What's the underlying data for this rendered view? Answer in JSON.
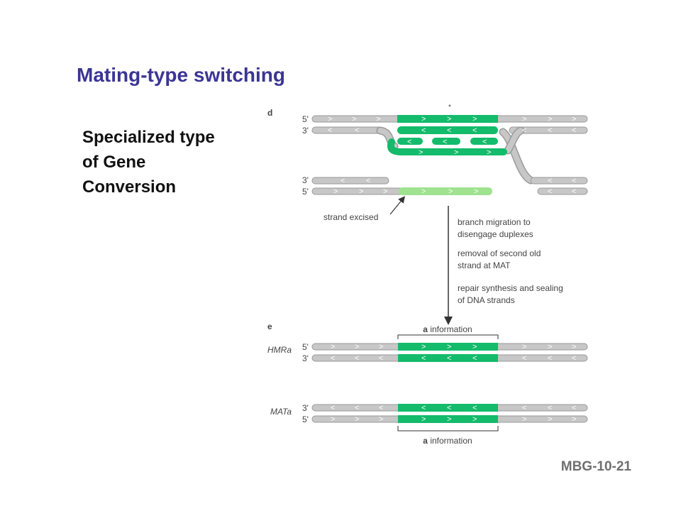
{
  "slide": {
    "title": "Mating-type switching",
    "lines": [
      "Specialized type",
      "of Gene",
      "Conversion"
    ],
    "footer": "MBG-10-21"
  },
  "figure": {
    "panel_d": "d",
    "panel_e": "e",
    "end_5": "5'",
    "end_3": "3'",
    "strand_excised": "strand excised",
    "steps": [
      [
        "branch migration to",
        "disengage duplexes"
      ],
      [
        "removal of second old",
        "strand at MAT"
      ],
      [
        "repair synthesis and sealing",
        "of DNA strands"
      ]
    ],
    "locus_hmr": "HMRa",
    "locus_mat": "MATa",
    "info_label_letter": "a",
    "info_label_rest": "information",
    "colors": {
      "grey": "#c7c7c7",
      "grey_outline": "#9a9a9a",
      "green": "#13bb6b",
      "light_green": "#9fe28f"
    }
  }
}
